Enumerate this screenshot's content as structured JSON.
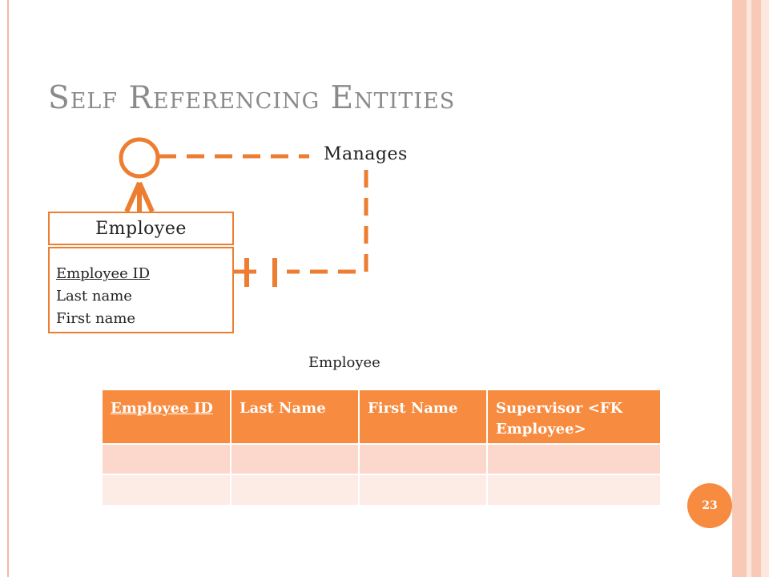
{
  "slide": {
    "title": "Self Referencing Entities",
    "page_number": "23"
  },
  "colors": {
    "accent": "#ed7d31",
    "table_header": "#f78b3f",
    "table_row_a": "#fcd7cc",
    "table_row_b": "#fdebe6",
    "title_text": "#8a8a8a",
    "border_bands": [
      "#f7c9b6",
      "#fde8de",
      "#f7c9b6",
      "#fde8de"
    ]
  },
  "diagram": {
    "relationship_label": "Manages",
    "entity": {
      "name": "Employee",
      "attributes": [
        {
          "label": "Employee ID",
          "primary_key": true
        },
        {
          "label": "Last name",
          "primary_key": false
        },
        {
          "label": "First name",
          "primary_key": false
        }
      ]
    }
  },
  "table": {
    "caption": "Employee",
    "headers": [
      {
        "label": "Employee ID",
        "primary_key": true
      },
      {
        "label": "Last Name",
        "primary_key": false
      },
      {
        "label": "First Name",
        "primary_key": false
      },
      {
        "label": "Supervisor <FK Employee>",
        "primary_key": false
      }
    ],
    "rows": [
      [
        "",
        "",
        "",
        ""
      ],
      [
        "",
        "",
        "",
        ""
      ]
    ]
  }
}
